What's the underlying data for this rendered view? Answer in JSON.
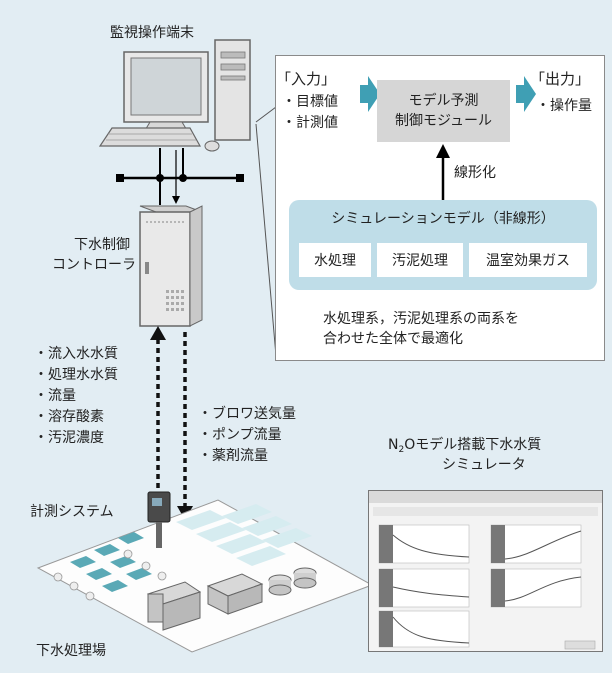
{
  "diagram": {
    "terminal_label": "監視操作端末",
    "controller_label_line1": "下水制御",
    "controller_label_line2": "コントローラ",
    "input_bracket": "「入力」",
    "input_items": [
      "・目標値",
      "・計測値"
    ],
    "module_line1": "モデル予測",
    "module_line2": "制御モジュール",
    "output_bracket": "「出力」",
    "output_item": "・操作量",
    "linearize_label": "線形化",
    "sim_model_title": "シミュレーションモデル（非線形）",
    "sim_subsystems": [
      "水処理",
      "汚泥処理",
      "温室効果ガス"
    ],
    "optimize_line1": "水処理系，汚泥処理系の両系を",
    "optimize_line2": "合わせた全体で最適化",
    "measured_items": [
      "・流入水水質",
      "・処理水水質",
      "・流量",
      "・溶存酸素",
      "・汚泥濃度"
    ],
    "control_items": [
      "・ブロワ送気量",
      "・ポンプ流量",
      "・薬剤流量"
    ],
    "simulator_title_main": "N",
    "simulator_title_sub": "2",
    "simulator_title_rest": "Oモデル搭載下水水質",
    "simulator_title_line2": "シミュレータ",
    "measurement_system_label": "計測システム",
    "plant_label": "下水処理場",
    "colors": {
      "background": "#e2edf3",
      "arrow_teal": "#3f9fb4",
      "sim_panel": "#bfdde8",
      "module_gray": "#d6d6d6",
      "plant_teal": "#5aa9b6"
    }
  }
}
